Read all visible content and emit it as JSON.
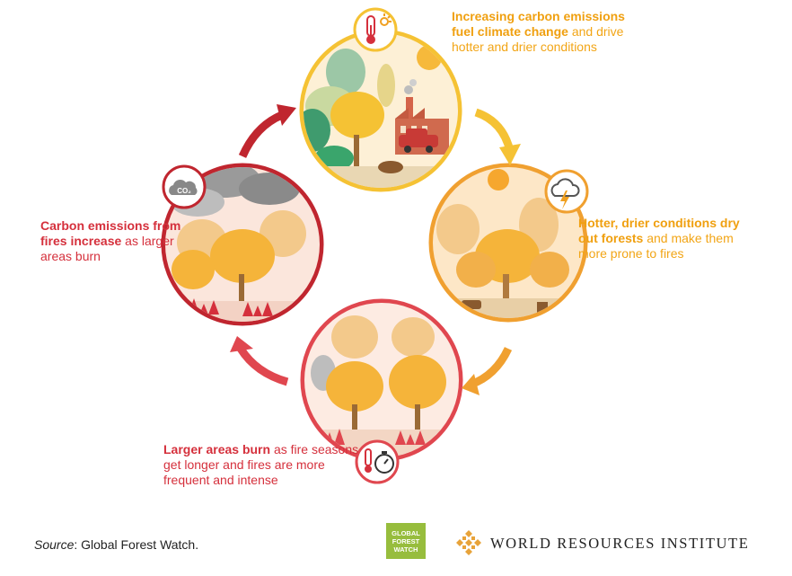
{
  "steps": {
    "top": {
      "bold": "Increasing carbon emissions fuel climate change",
      "rest": " and drive hotter and drier conditions"
    },
    "right": {
      "bold": "Hotter, drier conditions dry out forests",
      "rest": " and make them more prone to fires"
    },
    "bottom": {
      "bold": "Larger areas burn",
      "rest": " as fire seasons get longer and fires are more frequent and intense"
    },
    "left": {
      "bold": "Carbon emissions from fires increase",
      "rest": " as larger areas burn"
    }
  },
  "co2_label": "CO₂",
  "footer": {
    "source_label": "Source",
    "source_text": ": Global Forest Watch.",
    "gfw_logo_line1": "GLOBAL",
    "gfw_logo_line2": "FOREST",
    "gfw_logo_line3": "WATCH",
    "wri_name": "WORLD RESOURCES INSTITUTE"
  },
  "colors": {
    "yellow": "#f5b82e",
    "orange": "#f0a020",
    "red": "#d5303c",
    "dark_red": "#c0262f"
  }
}
